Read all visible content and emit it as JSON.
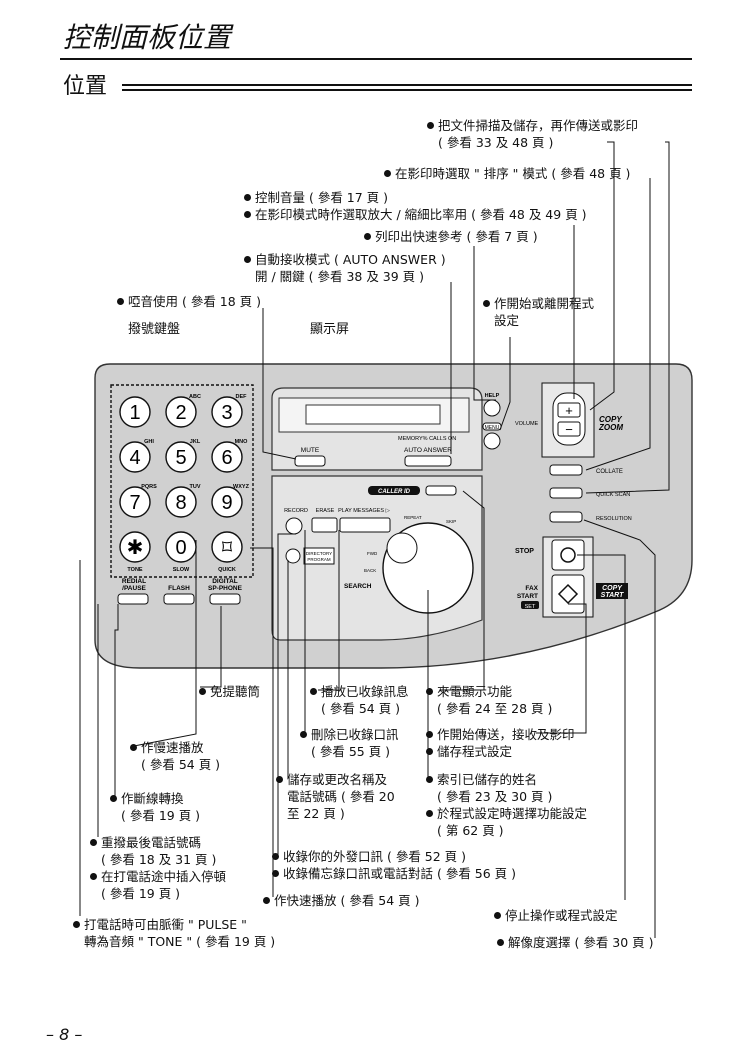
{
  "title": "控制面板位置",
  "section": "位置",
  "page_number": "– 8 –",
  "captions": {
    "keypad": "撥號鍵盤",
    "display": "顯示屏"
  },
  "callouts": {
    "c1": [
      "把文件掃描及儲存，再作傳送或影印",
      "( 參看 33 及 48 頁 )"
    ],
    "c2": [
      "在影印時選取 \" 排序 \" 模式 ( 參看 48 頁 )"
    ],
    "c3": [
      "控制音量 ( 參看 17 頁 )",
      "在影印模式時作選取放大 / 縮細比率用 ( 參看 48 及 49 頁 )"
    ],
    "c4": [
      "列印出快速參考 ( 參看 7 頁 )"
    ],
    "c5": [
      "自動接收模式 ( AUTO ANSWER )",
      "開 / 關鍵 ( 參看 38 及 39 頁 )"
    ],
    "c6": [
      "啞音使用 ( 參看 18 頁 )"
    ],
    "c7": [
      "作開始或離開程式",
      "設定"
    ],
    "c8": [
      "免提聽筒"
    ],
    "c9": [
      "播放已收錄訊息",
      "( 參看 54 頁 )"
    ],
    "c10": [
      "來電顯示功能",
      "( 參看 24 至 28 頁 )"
    ],
    "c11": [
      "作慢速播放",
      "( 參看 54 頁 )"
    ],
    "c12": [
      "刪除已收錄口訊",
      "( 參看 55 頁 )"
    ],
    "c13": [
      "作開始傳送，接收及影印",
      "儲存程式設定"
    ],
    "c14": [
      "作斷線轉換",
      "( 參看 19 頁 )"
    ],
    "c15": [
      "儲存或更改名稱及",
      "電話號碼 ( 參看 20",
      "至 22 頁 )"
    ],
    "c16": [
      "索引已儲存的姓名",
      "( 參看 23 及 30 頁 )",
      "於程式設定時選擇功能設定",
      "( 第 62 頁 )"
    ],
    "c17": [
      "重撥最後電話號碼",
      "( 參看 18 及 31 頁 )",
      "在打電話途中插入停頓",
      "( 參看 19 頁 )"
    ],
    "c18": [
      "收錄你的外發口訊 ( 參看 52 頁 )",
      "收錄備忘錄口訊或電話對話 ( 參看 56 頁 )"
    ],
    "c19": [
      "作快速播放 ( 參看 54 頁 )"
    ],
    "c20": [
      "停止操作或程式設定"
    ],
    "c21": [
      "打電話時可由脈衝 \" PULSE \"",
      "轉為音頻 \" TONE \" ( 參看 19 頁 )"
    ],
    "c22": [
      "解像度選擇 ( 參看 30 頁 )"
    ]
  },
  "panel": {
    "keys": [
      "1",
      "2",
      "3",
      "4",
      "5",
      "6",
      "7",
      "8",
      "9",
      "✱",
      "0",
      "⌑"
    ],
    "key_letters": [
      "",
      "ABC",
      "DEF",
      "GHI",
      "JKL",
      "MNO",
      "PQRS",
      "TUV",
      "WXYZ",
      "TONE",
      "SLOW",
      "QUICK"
    ],
    "redial": "REDIAL /PAUSE",
    "flash": "FLASH",
    "digital": "DIGITAL SP-PHONE",
    "mute": "MUTE",
    "auto_answer": "AUTO ANSWER",
    "memory": "MEMORY% CALLS   ON",
    "caller_id": "CALLER ID",
    "search": "SEARCH",
    "record": "RECORD",
    "erase": "ERASE",
    "play": "PLAY MESSAGES",
    "directory": "DIRECTORY PROGRAM",
    "search_dial": "SEARCH",
    "help": "HELP",
    "menu": "MENU",
    "volume": "VOLUME",
    "collate": "COLLATE",
    "quick_scan": "QUICK SCAN",
    "resolution": "RESOLUTION",
    "copy_zoom": "COPY ZOOM",
    "stop": "STOP",
    "fax_start": "FAX START",
    "set": "SET",
    "copy_start": "COPY START",
    "repeat": "REPEAT",
    "skip": "SKIP",
    "back": "BACK",
    "fwd": "FWD"
  }
}
